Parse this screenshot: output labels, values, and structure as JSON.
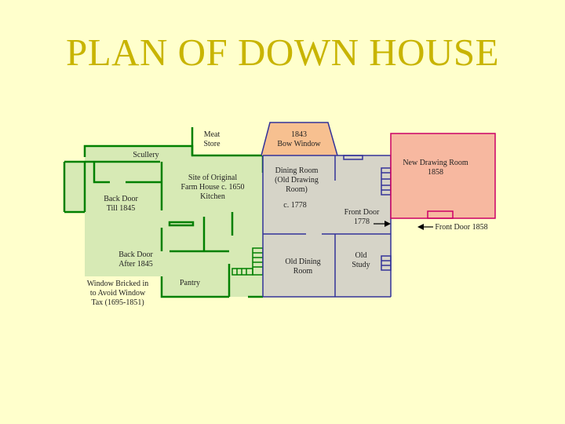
{
  "title": "PLAN OF DOWN HOUSE",
  "colors": {
    "background": "#ffffcc",
    "title": "#c8b400",
    "original_house_fill": "#d7eab5",
    "original_house_walls": "#008000",
    "extension_1778_fill": "#d6d4c8",
    "extension_1778_walls": "#333399",
    "drawing_room_fill": "#f7b8a0",
    "drawing_room_walls": "#cc0066"
  },
  "labels": {
    "meat_store": [
      "Meat",
      "Store"
    ],
    "bow_window": [
      "1843",
      "Bow Window"
    ],
    "scullery": [
      "Scullery"
    ],
    "site_original": [
      "Site of Original",
      "Farm House c. 1650",
      "Kitchen"
    ],
    "back_door_1845": [
      "Back Door",
      "Till 1845"
    ],
    "back_door_after": [
      "Back Door",
      "After 1845"
    ],
    "window_bricked": [
      "Window Bricked in",
      "to Avoid Window",
      "Tax (1695-1851)"
    ],
    "pantry": [
      "Pantry"
    ],
    "dining_room": [
      "Dining Room",
      "(Old Drawing",
      "Room)"
    ],
    "c1778": [
      "c. 1778"
    ],
    "front_door_1778": [
      "Front Door",
      "1778"
    ],
    "new_drawing_room": [
      "New Drawing Room",
      "1858"
    ],
    "front_door_1858": [
      "Front Door 1858"
    ],
    "old_dining": [
      "Old Dining",
      "Room"
    ],
    "old_study": [
      "Old",
      "Study"
    ]
  }
}
